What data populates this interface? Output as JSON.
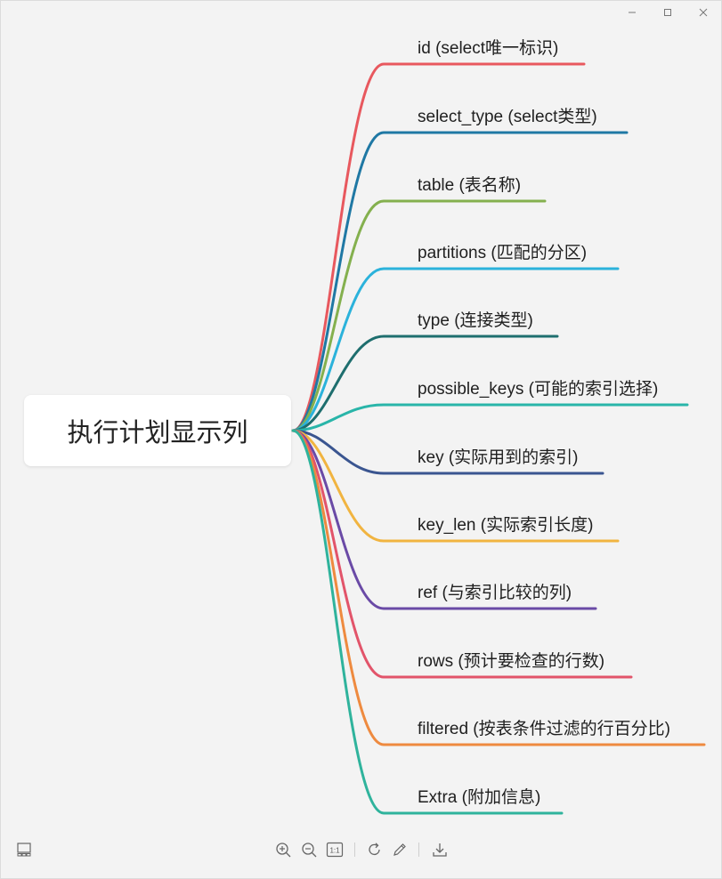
{
  "window": {
    "controls": [
      "minimize-icon",
      "maximize-icon",
      "close-icon"
    ]
  },
  "mindmap": {
    "root": "执行计划显示列",
    "branches": [
      {
        "label": "id (select唯一标识)",
        "color": "#e8585e"
      },
      {
        "label": "select_type (select类型)",
        "color": "#1f78a4"
      },
      {
        "label": "table (表名称)",
        "color": "#84b04e"
      },
      {
        "label": "partitions (匹配的分区)",
        "color": "#2bb2db"
      },
      {
        "label": "type (连接类型)",
        "color": "#1e6e6e"
      },
      {
        "label": "possible_keys (可能的索引选择)",
        "color": "#29b5a9"
      },
      {
        "label": "key (实际用到的索引)",
        "color": "#3a5590"
      },
      {
        "label": "key_len (实际索引长度)",
        "color": "#f1b440"
      },
      {
        "label": "ref (与索引比较的列)",
        "color": "#6a4aa6"
      },
      {
        "label": "rows (预计要检查的行数)",
        "color": "#e2546a"
      },
      {
        "label": "filtered (按表条件过滤的行百分比)",
        "color": "#ee8a3f"
      },
      {
        "label": "Extra (附加信息)",
        "color": "#2fb39c"
      }
    ]
  },
  "toolbar": {
    "icons": [
      "thumbnail-icon",
      "zoom-in-icon",
      "zoom-out-icon",
      "actual-size-icon",
      "rotate-icon",
      "edit-icon",
      "download-icon"
    ],
    "actual_size_label": "1:1"
  }
}
